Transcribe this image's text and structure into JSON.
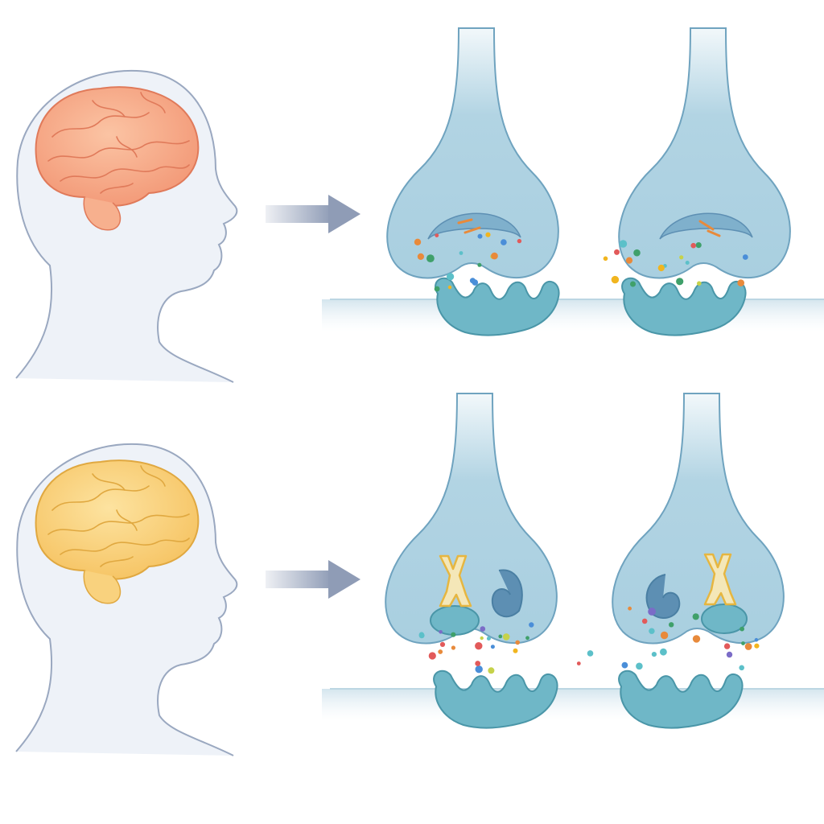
{
  "colors": {
    "background": "#ffffff",
    "head_fill": "#eef2f8",
    "head_stroke": "#9aa8c0",
    "brain_top": "#f6a07e",
    "brain_top_light": "#fbc4a4",
    "brain_bottom": "#f7c66a",
    "brain_bottom_light": "#fde3a0",
    "arrow": "#8f9cb6",
    "neuron_fill": "#a9cfe0",
    "neuron_stroke": "#6fa3bf",
    "neuron_inner": "#5d8fb3",
    "receptor_fill": "#6fb7c7",
    "receptor_stroke": "#4a96a8",
    "membrane": "#cfe2ec",
    "transporter": "#f4e7b8"
  },
  "icons": {
    "head": "human-head-profile-icon",
    "brain": "brain-icon",
    "arrow": "right-arrow-icon",
    "terminal": "presynaptic-terminal-icon",
    "receptor": "postsynaptic-receptor-icon",
    "molecule": "neurotransmitter-dot-icon",
    "transporter": "reuptake-transporter-icon"
  },
  "rows": [
    {
      "id": "top",
      "state": "normal",
      "brain_color": "#f6a07e",
      "transporter_visible": false
    },
    {
      "id": "bottom",
      "state": "altered",
      "brain_color": "#f7c66a",
      "transporter_visible": true
    }
  ],
  "particle_palette": [
    "#e25a5a",
    "#3fa06a",
    "#f1b51f",
    "#4a8ed8",
    "#7b6cc7",
    "#e88a3b",
    "#c6d24a",
    "#5cc0c9"
  ]
}
